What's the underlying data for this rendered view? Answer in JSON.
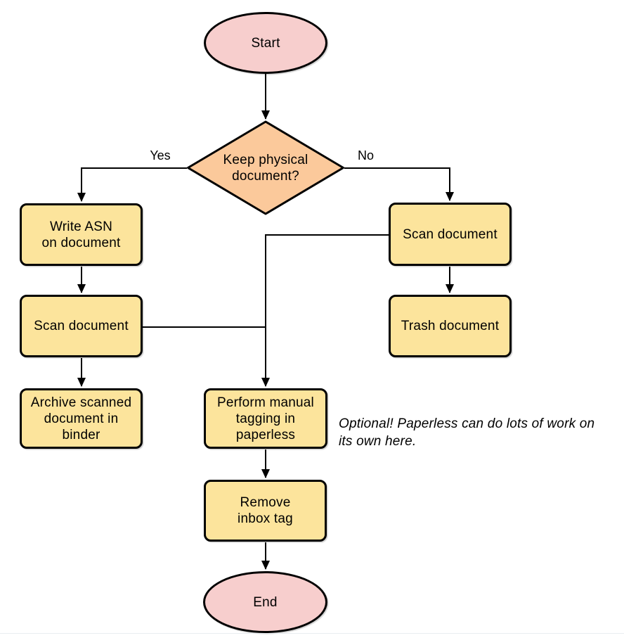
{
  "colors": {
    "background": "#ffffff",
    "terminator_fill": "#f7cecd",
    "decision_fill": "#fbc99b",
    "process_fill": "#fce49c",
    "shape_stroke": "#000000",
    "edge_stroke": "#000000",
    "text_color": "#000000",
    "footer_line": "#e9edf1"
  },
  "nodes": {
    "start": {
      "type": "terminator",
      "lines": [
        "Start"
      ]
    },
    "decision": {
      "type": "decision",
      "lines": [
        "Keep physical",
        "document?"
      ]
    },
    "write_asn": {
      "type": "process",
      "lines": [
        "Write ASN",
        "on document"
      ]
    },
    "scan_left": {
      "type": "process",
      "lines": [
        "Scan document"
      ]
    },
    "archive": {
      "type": "process",
      "lines": [
        "Archive scanned",
        "document in",
        "binder"
      ]
    },
    "scan_right": {
      "type": "process",
      "lines": [
        "Scan document"
      ]
    },
    "trash": {
      "type": "process",
      "lines": [
        "Trash document"
      ]
    },
    "perform_tagging": {
      "type": "process",
      "lines": [
        "Perform manual",
        "tagging in",
        "paperless"
      ]
    },
    "remove_inbox_tag": {
      "type": "process",
      "lines": [
        "Remove",
        "inbox tag"
      ]
    },
    "end": {
      "type": "terminator",
      "lines": [
        "End"
      ]
    }
  },
  "edge_labels": {
    "yes": "Yes",
    "no": "No"
  },
  "annotation": {
    "lines": [
      "Optional! Paperless can do lots of work on",
      "its own here."
    ]
  }
}
